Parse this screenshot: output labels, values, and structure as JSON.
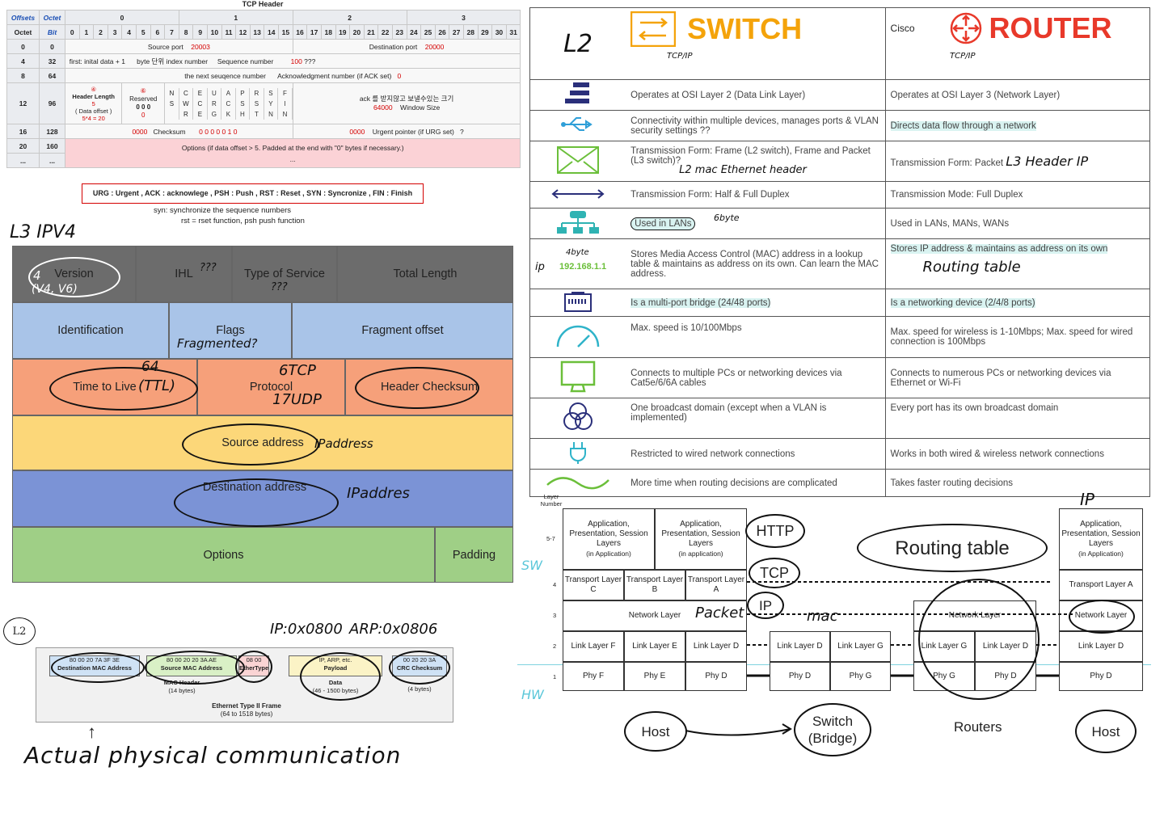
{
  "tcp": {
    "title": "TCP Header",
    "head_offsets": "Offsets",
    "head_octet": "Octet",
    "head_octet2": "Octet",
    "head_bit": "Bit",
    "octet_groups": [
      "0",
      "1",
      "2",
      "3"
    ],
    "bits": [
      "0",
      "1",
      "2",
      "3",
      "4",
      "5",
      "6",
      "7",
      "8",
      "9",
      "10",
      "11",
      "12",
      "13",
      "14",
      "15",
      "16",
      "17",
      "18",
      "19",
      "20",
      "21",
      "22",
      "23",
      "24",
      "25",
      "26",
      "27",
      "28",
      "29",
      "30",
      "31"
    ],
    "rows": [
      {
        "octet": "0",
        "bit": "0",
        "a": "Source port",
        "av": "20003",
        "b": "Destination port",
        "bv": "20000"
      },
      {
        "octet": "4",
        "bit": "32",
        "full": "Sequence number",
        "note_en": "first: inital data + 1",
        "note_kr": "byte 단위 index number",
        "val": "100",
        "q": "???"
      },
      {
        "octet": "8",
        "bit": "64",
        "full": "Acknowledgment number (if ACK set)",
        "note_en": "the next seuqence number",
        "val": "0"
      },
      {
        "octet": "12",
        "bit": "96",
        "hl": "Header Length",
        "hl_val": "5",
        "hl_sub": "( Data offset )",
        "hl_calc": "5*4 = 20",
        "reserved": "Reserved",
        "res_val": "0 0 0",
        "res_val2": "0",
        "flags_top": [
          "N",
          "C",
          "E",
          "U",
          "A",
          "P",
          "R",
          "S",
          "F"
        ],
        "flags_mid": [
          "S",
          "W",
          "C",
          "R",
          "C",
          "S",
          "S",
          "Y",
          "I"
        ],
        "flags_bot": [
          "",
          "R",
          "E",
          "G",
          "K",
          "H",
          "T",
          "N",
          "N"
        ],
        "window": "Window Size",
        "win_val": "64000",
        "note_kr": "ack 를 받지않고 보낼수있는 크기",
        "circ4": "④",
        "circ6": "⑥",
        "circ6b": "6"
      },
      {
        "octet": "16",
        "bit": "128",
        "checksum": "Checksum",
        "ck_val": "0000",
        "flag_vals": "0  0  0  0  0  1  0",
        "urgent": "Urgent pointer (if URG set)",
        "urg_val": "0000",
        "q": "?"
      },
      {
        "octet": "20",
        "bit": "160",
        "options": "Options (if data offset > 5. Padded at the end with \"0\" bytes if necessary.)",
        "dots": "..."
      },
      {
        "octet": "...",
        "bit": "..."
      }
    ]
  },
  "legend": "URG : Urgent ,  ACK : acknowlege , PSH : Push , RST : Reset , SYN : Syncronize , FIN : Finish",
  "notes": [
    "syn: synchronize the sequence numbers",
    "rst = rset function, psh push function"
  ],
  "ipv4": {
    "title_hand": "L3 IPV4",
    "cells": {
      "version": "Version",
      "ihl": "IHL",
      "tos": "Type of Service",
      "total_length": "Total Length",
      "identification": "Identification",
      "flags": "Flags",
      "fragment_offset": "Fragment offset",
      "ttl": "Time to Live",
      "protocol": "Protocol",
      "header_checksum": "Header Checksum",
      "source": "Source address",
      "destination": "Destination address",
      "options": "Options",
      "padding": "Padding"
    },
    "annotations": {
      "ver4": "4",
      "ver_vals": "(V4, V6)",
      "q1": "???",
      "q2": "???",
      "fragmented": "Fragmented?",
      "ttl64": "64",
      "ttl_abbr": "(TTL)",
      "tcp6": "6TCP",
      "udp17": "17UDP",
      "ipaddr1": "IPaddress",
      "ipaddr2": "IPaddres"
    },
    "colors": {
      "row1": "#6c6c6c",
      "row2": "#a9c4e8",
      "row3": "#f6a07a",
      "row4": "#fcd779",
      "row5": "#7b93d6",
      "row6": "#9fcf86"
    }
  },
  "compare": {
    "switch_label": "SWITCH",
    "router_label": "ROUTER",
    "cisco": "Cisco",
    "l2_hand": "L2",
    "rows": [
      {
        "icon": "layers-icon",
        "sw": "Operates at OSI Layer 2 (Data Link Layer)",
        "rt": "Operates at OSI Layer 3 (Network Layer)",
        "sw_note": "TCP/IP",
        "rt_note": "TCP/IP"
      },
      {
        "icon": "usb-icon",
        "sw": "Connectivity within multiple devices, manages ports & VLAN security settings ??",
        "rt": "Directs data flow through a network"
      },
      {
        "icon": "envelope-icon",
        "sw": "Transmission Form: Frame (L2 switch), Frame and Packet (L3 switch)?",
        "rt": "Transmission Form: Packet",
        "sw_note": "L2 mac Ethernet header",
        "rt_note": "L3 Header IP"
      },
      {
        "icon": "double-arrow-icon",
        "sw": "Transmission Form: Half & Full Duplex",
        "rt": "Transmission Mode: Full Duplex"
      },
      {
        "icon": "network-icon",
        "sw": "Used in LANs",
        "rt": "Used in LANs, MANs, WANs"
      },
      {
        "icon": "ip-icon",
        "ip_text": "192.168.1.1",
        "ip_hand": "ip",
        "byte4": "4byte",
        "byte6": "6byte",
        "sw": "Stores Media Access Control (MAC) address in a lookup table & maintains as address on its own. Can learn the MAC address.",
        "rt": "Stores IP address & maintains as address on its own",
        "rt_note": "Routing table"
      },
      {
        "icon": "ethernet-port-icon",
        "sw": "Is a multi-port bridge (24/48 ports)",
        "rt": "Is a networking device (2/4/8 ports)"
      },
      {
        "icon": "speedometer-icon",
        "sw": "Max. speed is 10/100Mbps",
        "rt": "Max. speed for wireless is 1-10Mbps; Max. speed for wired connection is 100Mbps"
      },
      {
        "icon": "monitor-icon",
        "sw": "Connects to multiple PCs or networking devices via Cat5e/6/6A cables",
        "rt": "Connects to numerous PCs or networking devices via Ethernet or Wi-Fi"
      },
      {
        "icon": "broadcast-circles-icon",
        "sw": "One broadcast domain (except when a VLAN is implemented)",
        "rt": "Every port has its own broadcast domain"
      },
      {
        "icon": "plug-icon",
        "sw": "Restricted to wired network connections",
        "rt": "Works in both wired & wireless network connections"
      },
      {
        "icon": "wave-icon",
        "sw": "More time when routing decisions are complicated",
        "rt": "Takes faster routing decisions"
      }
    ]
  },
  "ethernet": {
    "l2_hand": "L2",
    "ip_type": "IP:0x0800",
    "arp_type": "ARP:0x0806",
    "dst_hex": "80  00  20  7A  3F  3E",
    "dst_label": "Destination MAC Address",
    "src_hex": "80  00  20  20  3A  AE",
    "src_label": "Source MAC Address",
    "type_hex": "08  00",
    "type_label": "EtherType",
    "payload_top": "IP, ARP, etc.",
    "payload_label": "Payload",
    "crc_hex": "00  20  20  3A",
    "crc_label": "CRC Checksum",
    "mac_header": "MAC Header",
    "mac_bytes": "(14 bytes)",
    "data": "Data",
    "data_bytes": "(46 - 1500 bytes)",
    "crc_bytes": "(4 bytes)",
    "frame": "Ethernet Type II Frame",
    "frame_bytes": "(64 to 1518 bytes)",
    "caption_hand": "Actual physical communication"
  },
  "osi": {
    "layer_number": "Layer Number",
    "nums": [
      "5-7",
      "4",
      "3",
      "2",
      "1"
    ],
    "sw_hand": "SW",
    "hw_hand": "HW",
    "app1": "Application, Presentation, Session Layers",
    "app_sub1": "(in Application)",
    "app2": "Application, Presentation, Session Layers",
    "app_sub2": "(in application)",
    "app3": "Application, Presentation, Session Layers",
    "app_sub3": "(in Application)",
    "transport": [
      "Transport Layer C",
      "Transport Layer B",
      "Transport Layer A",
      "Transport Layer A"
    ],
    "network": [
      "Network Layer",
      "Network Layer",
      "Network Layer"
    ],
    "link": [
      "Link Layer F",
      "Link Layer E",
      "Link Layer D",
      "Link Layer D",
      "Link Layer G",
      "Link Layer G",
      "Link Layer D",
      "Link Layer D"
    ],
    "phy": [
      "Phy F",
      "Phy E",
      "Phy D",
      "Phy D",
      "Phy G",
      "Phy G",
      "Phy D",
      "Phy D"
    ],
    "devices": [
      "Host",
      "Switch (Bridge)",
      "Routers",
      "Host"
    ],
    "hand": {
      "http": "HTTP",
      "tcp": "TCP",
      "ip": "IP",
      "packet": "Packet",
      "mac": "mac",
      "routing": "Routing table",
      "ip_top": "IP"
    }
  }
}
